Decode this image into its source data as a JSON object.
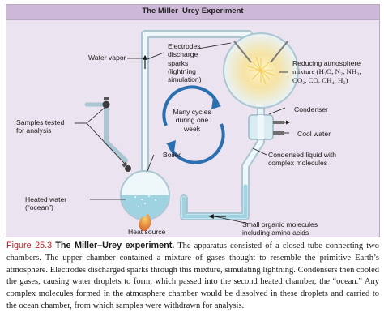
{
  "diagram": {
    "title": "The Miller–Urey Experiment",
    "labels": {
      "water_vapor": "Water vapor",
      "electrodes": [
        "Electrodes",
        "discharge",
        "sparks",
        "(lightning",
        "simulation)"
      ],
      "reducing_atmosphere": [
        "Reducing atmosphere",
        "mixture (H₂O, N₂, NH₃,",
        "CO₂, CO, CH₄, H₂)"
      ],
      "cycles": [
        "Many cycles",
        "during one",
        "week"
      ],
      "samples": [
        "Samples tested",
        "for analysis"
      ],
      "condenser": "Condenser",
      "cool_water": "Cool water",
      "boiler": "Boiler",
      "condensed_liquid": [
        "Condensed liquid with",
        "complex molecules"
      ],
      "heated_water": [
        "Heated water",
        "(“ocean”)"
      ],
      "heat_source": "Heat source",
      "small_molecules": [
        "Small organic molecules",
        "including amino acids"
      ]
    },
    "colors": {
      "panel": "#ebe3ef",
      "title_bar": "#cdb8d8",
      "glass": "#e9f4f8",
      "water": "#9fd3e2",
      "cycle_arrow": "#2a6fb0",
      "caption_number": "#b3202a"
    }
  },
  "caption": {
    "number": "Figure 25.3",
    "title": "The Miller–Urey experiment.",
    "body": "The apparatus consisted of a closed tube connecting two chambers. The upper chamber contained a mixture of gases thought to resemble the primitive Earth’s atmosphere. Electrodes discharged sparks through this mixture, simulating lightning. Condensers then cooled the gases, causing water droplets to form, which passed into the second heated chamber, the “ocean.” Any complex molecules formed in the atmosphere chamber would be dissolved in these droplets and carried to the ocean chamber, from which samples were withdrawn for analysis."
  }
}
